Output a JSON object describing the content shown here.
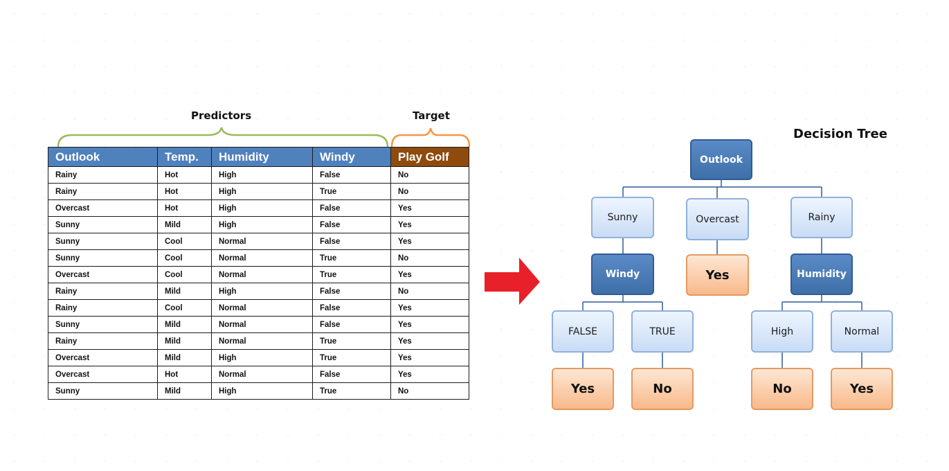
{
  "labels": {
    "predictors": "Predictors",
    "target": "Target",
    "decision_tree": "Decision Tree"
  },
  "table": {
    "headers": [
      "Outlook",
      "Temp.",
      "Humidity",
      "Windy",
      "Play Golf"
    ],
    "rows": [
      [
        "Rainy",
        "Hot",
        "High",
        "False",
        "No"
      ],
      [
        "Rainy",
        "Hot",
        "High",
        "True",
        "No"
      ],
      [
        "Overcast",
        "Hot",
        "High",
        "False",
        "Yes"
      ],
      [
        "Sunny",
        "Mild",
        "High",
        "False",
        "Yes"
      ],
      [
        "Sunny",
        "Cool",
        "Normal",
        "False",
        "Yes"
      ],
      [
        "Sunny",
        "Cool",
        "Normal",
        "True",
        "No"
      ],
      [
        "Overcast",
        "Cool",
        "Normal",
        "True",
        "Yes"
      ],
      [
        "Rainy",
        "Mild",
        "High",
        "False",
        "No"
      ],
      [
        "Rainy",
        "Cool",
        "Normal",
        "False",
        "Yes"
      ],
      [
        "Sunny",
        "Mild",
        "Normal",
        "False",
        "Yes"
      ],
      [
        "Rainy",
        "Mild",
        "Normal",
        "True",
        "Yes"
      ],
      [
        "Overcast",
        "Mild",
        "High",
        "True",
        "Yes"
      ],
      [
        "Overcast",
        "Hot",
        "Normal",
        "False",
        "Yes"
      ],
      [
        "Sunny",
        "Mild",
        "High",
        "True",
        "No"
      ]
    ]
  },
  "tree": {
    "root": "Outlook",
    "sunny": "Sunny",
    "overcast": "Overcast",
    "rainy": "Rainy",
    "windy": "Windy",
    "overcast_yes": "Yes",
    "humidity": "Humidity",
    "false": "FALSE",
    "true": "TRUE",
    "high": "High",
    "normal": "Normal",
    "false_yes": "Yes",
    "true_no": "No",
    "high_no": "No",
    "normal_yes": "Yes"
  },
  "colors": {
    "header_blue": "#4f81bd",
    "header_brown": "#8e4b0d",
    "predictors_brace": "#9bbb59",
    "target_brace": "#f79646",
    "arrow_red": "#e8202a"
  }
}
